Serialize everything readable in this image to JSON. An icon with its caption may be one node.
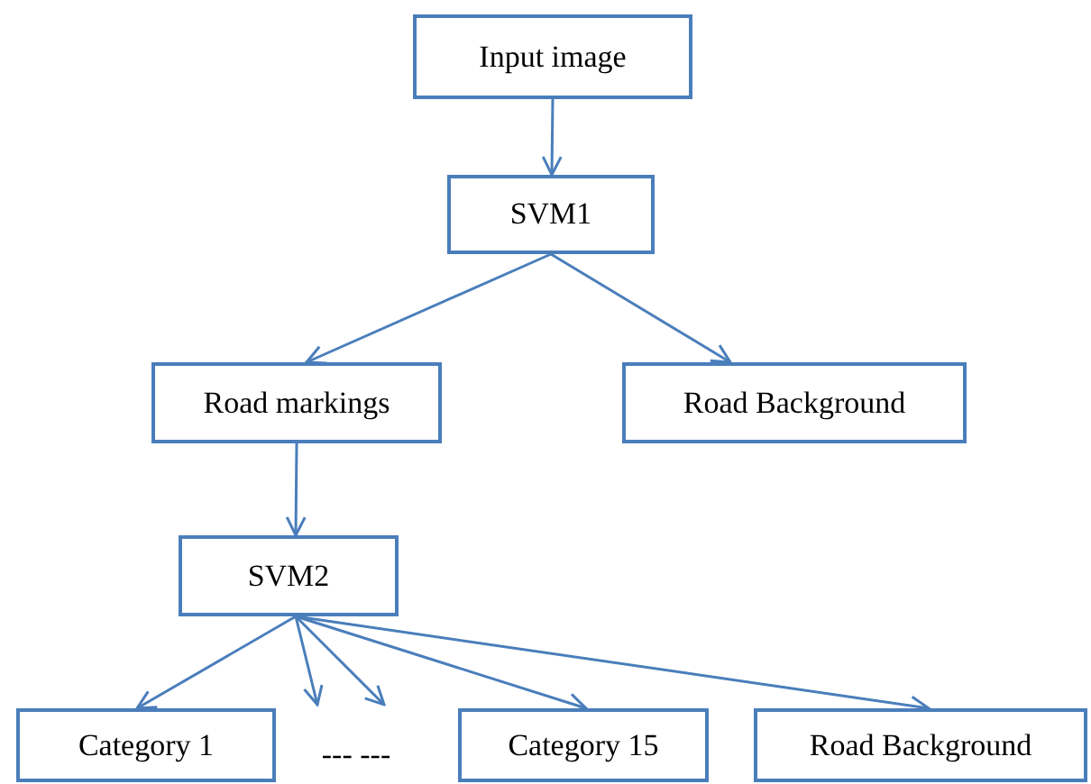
{
  "diagram": {
    "nodes": [
      {
        "text": [
          "Input image"
        ]
      },
      {
        "text": [
          "SVM1"
        ]
      },
      {
        "text": [
          "Road markings"
        ]
      },
      {
        "text": [
          "Road Background"
        ]
      },
      {
        "text": [
          "SVM2"
        ]
      },
      {
        "text": [
          "Category 1"
        ]
      },
      {
        "text": [
          "--- ---"
        ]
      },
      {
        "text": [
          "Category 15"
        ]
      },
      {
        "text": [
          "Road Background"
        ]
      }
    ],
    "edges": [
      {
        "from": 0,
        "to": 1,
        "arrow": "to"
      },
      {
        "from": 1,
        "to": 2,
        "arrow": "to"
      },
      {
        "from": 1,
        "to": 3,
        "arrow": "to"
      },
      {
        "from": 2,
        "to": 4,
        "arrow": "to"
      },
      {
        "from": 4,
        "to": 5,
        "arrow": "to"
      },
      {
        "from": 4,
        "to": 6,
        "arrow": "to"
      },
      {
        "from": 4,
        "to": 6,
        "arrow": "to"
      },
      {
        "from": 4,
        "to": 7,
        "arrow": "to"
      },
      {
        "from": 4,
        "to": 8,
        "arrow": "to"
      }
    ]
  }
}
